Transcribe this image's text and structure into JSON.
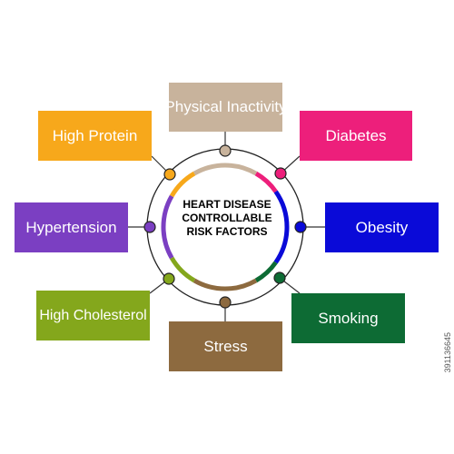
{
  "center": {
    "title_lines": [
      "HEART DISEASE",
      "CONTROLLABLE",
      "RISK FACTORS"
    ]
  },
  "factors": [
    {
      "key": "physical-inactivity",
      "label": "Physical Inactivity",
      "color": "#c8b39c"
    },
    {
      "key": "diabetes",
      "label": "Diabetes",
      "color": "#ed1f7b"
    },
    {
      "key": "obesity",
      "label": "Obesity",
      "color": "#0a0ad8"
    },
    {
      "key": "smoking",
      "label": "Smoking",
      "color": "#0d6b34"
    },
    {
      "key": "stress",
      "label": "Stress",
      "color": "#8d6a3f"
    },
    {
      "key": "high-cholesterol",
      "label": "High Cholesterol",
      "color": "#84a71c"
    },
    {
      "key": "hypertension",
      "label": "Hypertension",
      "color": "#7b3fc2"
    },
    {
      "key": "high-protein",
      "label": "High Protein",
      "color": "#f7a81b"
    }
  ],
  "watermark": "391136645"
}
